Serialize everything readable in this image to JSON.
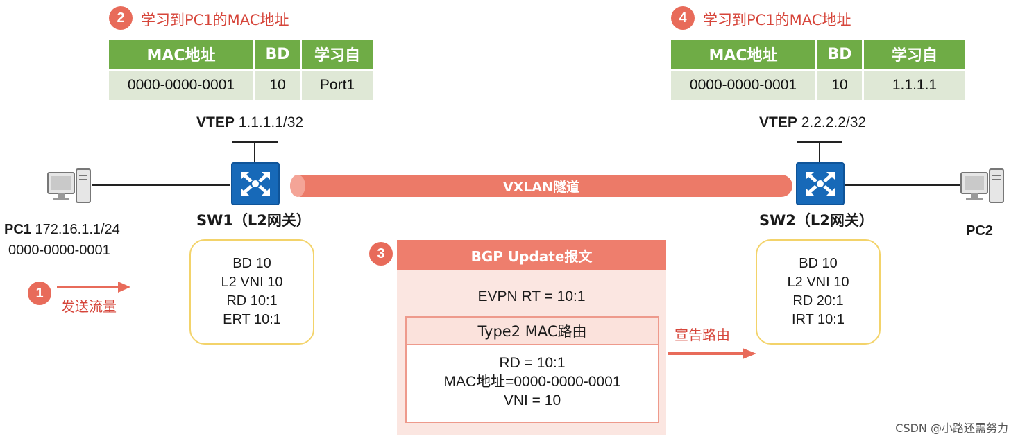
{
  "left": {
    "step_num": "2",
    "step_title": "学习到PC1的MAC地址",
    "table": {
      "headers": [
        "MAC地址",
        "BD",
        "学习自"
      ],
      "row": [
        "0000-0000-0001",
        "10",
        "Port1"
      ]
    },
    "vtep_label": "VTEP",
    "vtep_ip": "1.1.1.1/32",
    "switch_label": "SW1（L2网关）",
    "config": [
      "BD 10",
      "L2 VNI 10",
      "RD 10:1",
      "ERT 10:1"
    ]
  },
  "right": {
    "step_num": "4",
    "step_title": "学习到PC1的MAC地址",
    "table": {
      "headers": [
        "MAC地址",
        "BD",
        "学习自"
      ],
      "row": [
        "0000-0000-0001",
        "10",
        "1.1.1.1"
      ]
    },
    "vtep_label": "VTEP",
    "vtep_ip": "2.2.2.2/32",
    "switch_label": "SW2（L2网关）",
    "config": [
      "BD 10",
      "L2 VNI 10",
      "RD 20:1",
      "IRT 10:1"
    ]
  },
  "pc1": {
    "name": "PC1",
    "ip": "172.16.1.1/24",
    "mac": "0000-0000-0001"
  },
  "pc2": {
    "name": "PC2"
  },
  "step1": {
    "num": "1",
    "label": "发送流量"
  },
  "tunnel": {
    "label": "VXLAN隧道"
  },
  "bgp": {
    "step_num": "3",
    "title": "BGP Update报文",
    "evpn_rt": "EVPN RT = 10:1",
    "route_title": "Type2 MAC路由",
    "route_lines": [
      "RD = 10:1",
      "MAC地址=0000-0000-0001",
      "VNI = 10"
    ]
  },
  "announce": {
    "label": "宣告路由"
  },
  "watermark": "CSDN @小路还需努力",
  "colors": {
    "accent_red": "#e86b5a",
    "table_header_green": "#6fac46",
    "table_cell_green": "#dfe8d6",
    "switch_blue": "#1769b8",
    "config_border_yellow": "#f3d36a",
    "bgp_panel_bg": "#fbe6e1"
  }
}
